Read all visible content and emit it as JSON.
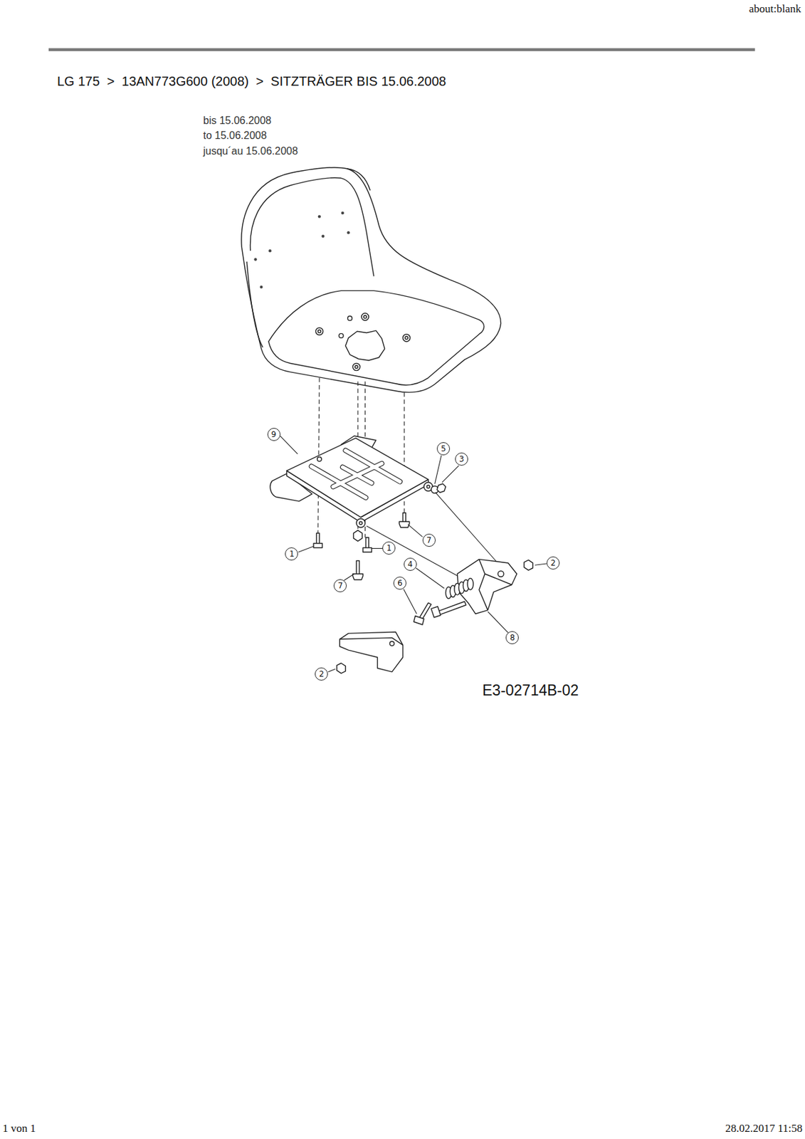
{
  "diagram": {
    "title": "LG 175  >  13AN773G600 (2008)  >  SITZTRÄGER BIS 15.06.2008",
    "labels": [
      "about:blank",
      "bis 15.06.2008",
      "to 15.06.2008",
      "jusqu´au 15.06.2008",
      "9",
      "5",
      "3",
      "7",
      "1",
      "1",
      "7",
      "4",
      "2",
      "6",
      "8",
      "2",
      "E3-02714B-02",
      "1 von 1",
      "28.02.2017 11:58"
    ]
  }
}
